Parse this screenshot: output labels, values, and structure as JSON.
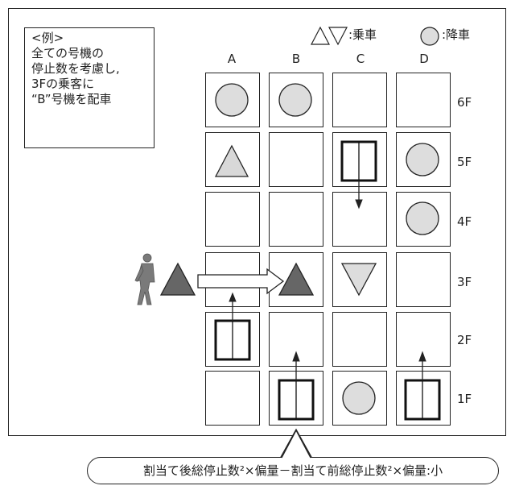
{
  "example": {
    "lines": [
      "<例>",
      "全ての号機の",
      "停止数を考慮し,",
      "3Fの乗客に",
      "“B”号機を配車"
    ]
  },
  "legend": {
    "boarding": ":乗車",
    "alighting": ":降車"
  },
  "columns": [
    "A",
    "B",
    "C",
    "D"
  ],
  "floors": [
    "6F",
    "5F",
    "4F",
    "3F",
    "2F",
    "1F"
  ],
  "caption": "割当て後総停止数²×偏量－割当て前総停止数²×偏量:小",
  "colors": {
    "circle_fill": "#dddddd",
    "up_triangle_fill": "#d8d8d8",
    "down_triangle_fill": "#dddddd",
    "passenger_triangle_fill": "#666666",
    "arrow_fill": "#ffffff",
    "person_color": "#7a7a7a"
  },
  "grid": {
    "A": {
      "6F": "circle",
      "5F": "up-triangle",
      "4F": "",
      "3F": "",
      "2F": "elevator-car",
      "1F": ""
    },
    "B": {
      "6F": "circle",
      "5F": "",
      "4F": "",
      "3F": "passenger-up-triangle",
      "2F": "",
      "1F": "elevator-car"
    },
    "C": {
      "6F": "",
      "5F": "elevator-car",
      "4F": "",
      "3F": "down-triangle",
      "2F": "",
      "1F": "circle"
    },
    "D": {
      "6F": "",
      "5F": "circle",
      "4F": "circle",
      "3F": "",
      "2F": "",
      "1F": "elevator-car"
    }
  },
  "car_directions": {
    "A": "up",
    "B": "up",
    "C": "down",
    "D": "up"
  }
}
